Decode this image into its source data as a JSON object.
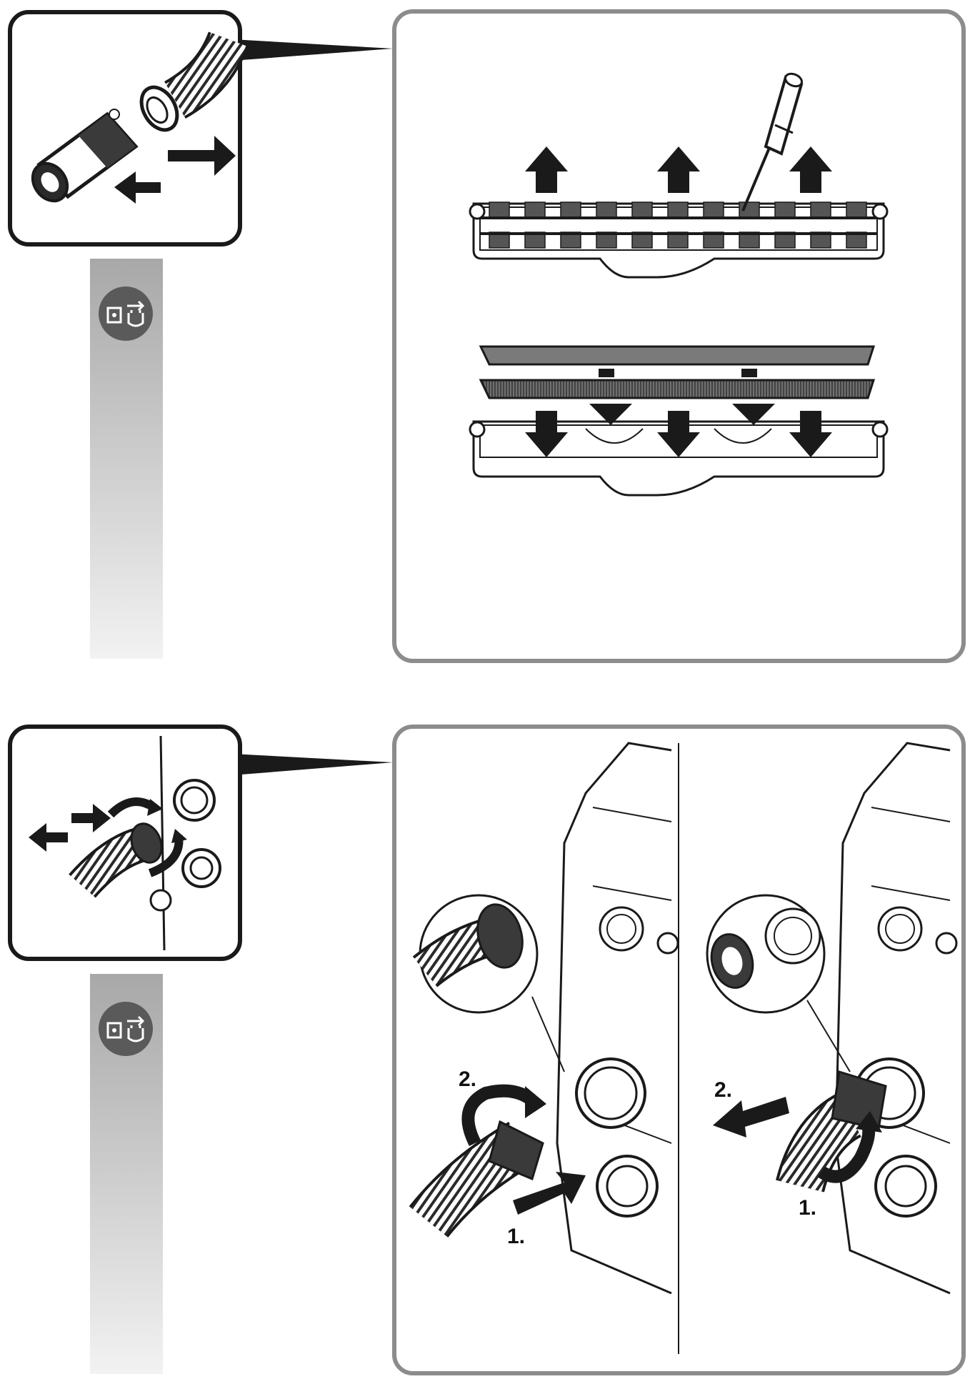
{
  "manual": {
    "section_top": {
      "icon": "unplug-power-icon",
      "detail": "hose-connector-detach",
      "main": "nozzle-strip-replacement"
    },
    "section_bottom": {
      "icon": "unplug-power-icon",
      "detail": "hose-twist-connect",
      "panel_left": {
        "step1": "1.",
        "step2": "2."
      },
      "panel_right": {
        "step1": "1.",
        "step2": "2."
      }
    }
  },
  "colors": {
    "frame": "#8c8c8c",
    "line": "#1a1a1a",
    "arrow": "#1a1a1a",
    "strip": "#7a7a7a",
    "bar_top": "#a8a8a8",
    "bar_bottom": "#f2f2f2"
  }
}
